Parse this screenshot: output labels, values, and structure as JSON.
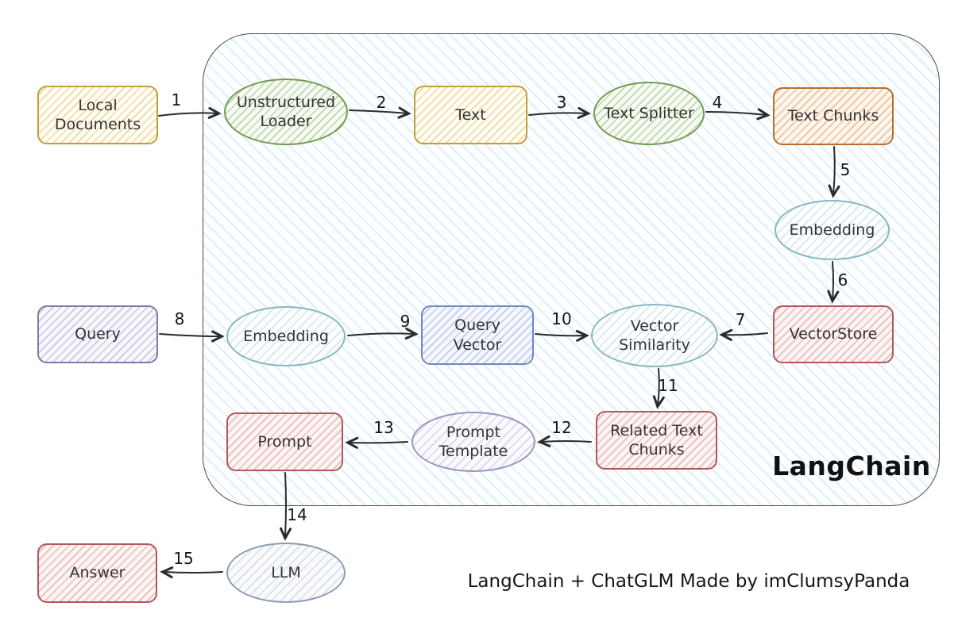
{
  "diagram": {
    "container": {
      "label": "LangChain"
    },
    "caption": "LangChain + ChatGLM Made by imClumsyPanda",
    "nodes": [
      {
        "id": "local-documents",
        "label": "Local Documents",
        "shape": "rect",
        "color": "#c29d3a"
      },
      {
        "id": "unstructured-loader",
        "label": "Unstructured Loader",
        "shape": "ellipse",
        "color": "#6f9c50"
      },
      {
        "id": "text",
        "label": "Text",
        "shape": "rect",
        "color": "#c29d3a"
      },
      {
        "id": "text-splitter",
        "label": "Text Splitter",
        "shape": "ellipse",
        "color": "#6f9c50"
      },
      {
        "id": "text-chunks",
        "label": "Text Chunks",
        "shape": "rect",
        "color": "#b96c2e"
      },
      {
        "id": "embedding-top",
        "label": "Embedding",
        "shape": "ellipse",
        "color": "#86b7c2"
      },
      {
        "id": "vectorstore",
        "label": "VectorStore",
        "shape": "rect",
        "color": "#b25757"
      },
      {
        "id": "query",
        "label": "Query",
        "shape": "rect",
        "color": "#8177ad"
      },
      {
        "id": "embedding-left",
        "label": "Embedding",
        "shape": "ellipse",
        "color": "#86b7c2"
      },
      {
        "id": "query-vector",
        "label": "Query Vector",
        "shape": "rect",
        "color": "#7286c9"
      },
      {
        "id": "vector-similarity",
        "label": "Vector Similarity",
        "shape": "ellipse",
        "color": "#86b7c2"
      },
      {
        "id": "related-text-chunks",
        "label": "Related Text Chunks",
        "shape": "rect",
        "color": "#b25757"
      },
      {
        "id": "prompt-template",
        "label": "Prompt Template",
        "shape": "ellipse",
        "color": "#9b93bd"
      },
      {
        "id": "prompt",
        "label": "Prompt",
        "shape": "rect",
        "color": "#b25757"
      },
      {
        "id": "llm",
        "label": "LLM",
        "shape": "ellipse",
        "color": "#8e9bb0"
      },
      {
        "id": "answer",
        "label": "Answer",
        "shape": "rect",
        "color": "#b25757"
      }
    ],
    "edges": [
      {
        "label": "1",
        "from": "local-documents",
        "to": "unstructured-loader"
      },
      {
        "label": "2",
        "from": "unstructured-loader",
        "to": "text"
      },
      {
        "label": "3",
        "from": "text",
        "to": "text-splitter"
      },
      {
        "label": "4",
        "from": "text-splitter",
        "to": "text-chunks"
      },
      {
        "label": "5",
        "from": "text-chunks",
        "to": "embedding-top"
      },
      {
        "label": "6",
        "from": "embedding-top",
        "to": "vectorstore"
      },
      {
        "label": "7",
        "from": "vectorstore",
        "to": "vector-similarity"
      },
      {
        "label": "8",
        "from": "query",
        "to": "embedding-left"
      },
      {
        "label": "9",
        "from": "embedding-left",
        "to": "query-vector"
      },
      {
        "label": "10",
        "from": "query-vector",
        "to": "vector-similarity"
      },
      {
        "label": "11",
        "from": "vector-similarity",
        "to": "related-text-chunks"
      },
      {
        "label": "12",
        "from": "related-text-chunks",
        "to": "prompt-template"
      },
      {
        "label": "13",
        "from": "prompt-template",
        "to": "prompt"
      },
      {
        "label": "14",
        "from": "prompt",
        "to": "llm"
      },
      {
        "label": "15",
        "from": "llm",
        "to": "answer"
      }
    ]
  }
}
